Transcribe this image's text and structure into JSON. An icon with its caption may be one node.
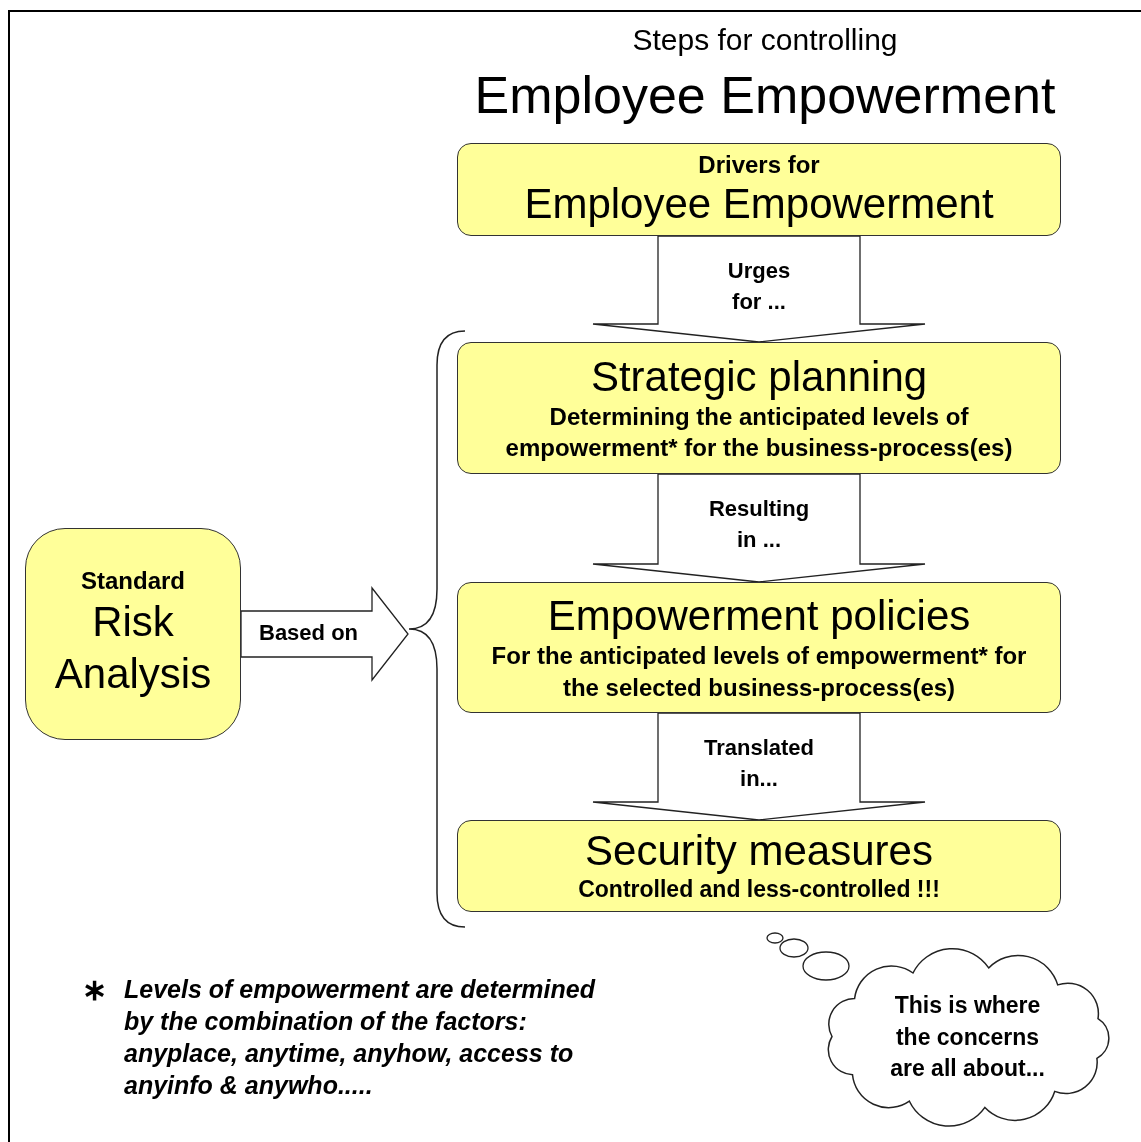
{
  "diagram": {
    "title": "Employee Empowerment",
    "nodes": [
      {
        "text": [
          "Drivers for",
          "Employee Empowerment"
        ]
      },
      {
        "text": [
          "Strategic planning",
          "Determining the anticipated levels of empowerment* for the business-process(es)"
        ]
      },
      {
        "text": [
          "Empowerment policies",
          "For the anticipated levels of empowerment* for the selected business-process(es)"
        ]
      },
      {
        "text": [
          "Security measures",
          "Controlled and less-controlled !!!"
        ]
      },
      {
        "text": [
          "Standard",
          "Risk Analysis"
        ]
      },
      {
        "text": [
          "This is where the concerns are all about..."
        ]
      },
      {
        "text": [],
        "shape": "brace"
      }
    ],
    "edges": [
      {
        "from": 0,
        "to": 1,
        "arrow": "to",
        "label": "Urges for ...",
        "style": "thick"
      },
      {
        "from": 1,
        "to": 2,
        "arrow": "to",
        "label": "Resulting in ...",
        "style": "thick"
      },
      {
        "from": 2,
        "to": 3,
        "arrow": "to",
        "label": "Translated in...",
        "style": "thick"
      },
      {
        "from": 4,
        "to": 6,
        "arrow": "to",
        "label": "Based on",
        "style": "thick"
      }
    ],
    "labels": [
      "Steps for controlling",
      "∗",
      "Levels of empowerment are determined by the combination of the factors: anyplace, anytime, anyhow, access to anyinfo & anywho....."
    ]
  }
}
